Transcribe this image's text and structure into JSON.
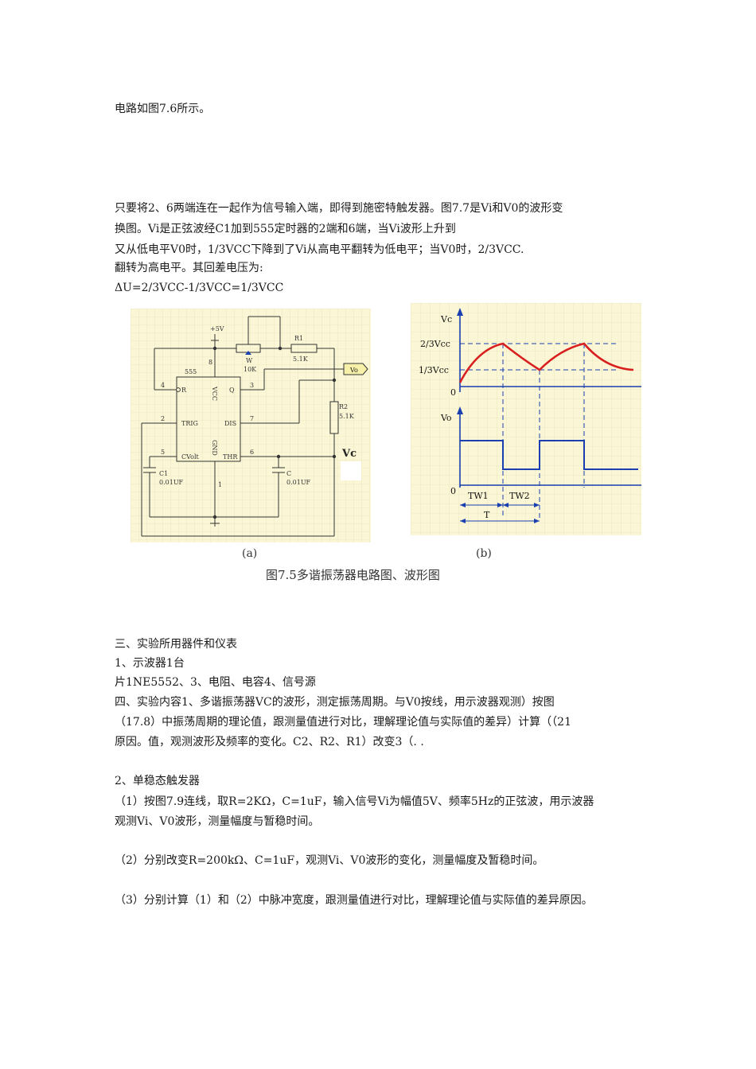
{
  "intro_line": "电路如图7.6所示。",
  "schmitt_paragraph": [
    "只要将2、6两端连在一起作为信号输入端，即得到施密特触发器。图7.7是Vi和V0的波形变",
    "换图。Vi是正弦波经C1加到555定时器的2端和6端，当Vi波形上升到",
    "又从低电平V0时，1/3VCC下降到了Vi从高电平翻转为低电平；当V0时，2/3VCC.",
    "翻转为高电平。其回差电压为:",
    "ΔU=2/3VCC-1/3VCC=1/3VCC"
  ],
  "circuit": {
    "chip": "555",
    "supply": "+5V",
    "pot_label": "W",
    "pot_value": "10K",
    "r1_label": "R1",
    "r1_value": "5.1K",
    "r2_label": "R2",
    "r2_value": "5.1K",
    "c1_label": "C1",
    "c1_value": "0.01UF",
    "c_label": "C",
    "c_value": "0.01UF",
    "output_tag": "Vo",
    "vc_label": "Vc",
    "pins": {
      "r": "R",
      "vcc": "VCC",
      "q": "Q",
      "trig": "TRIG",
      "dis": "DIS",
      "cvolt": "CVolt",
      "gnd": "GND",
      "thr": "THR"
    },
    "pin_numbers": {
      "p4": "4",
      "p8": "8",
      "p3": "3",
      "p2": "2",
      "p7": "7",
      "p5": "5",
      "p6": "6",
      "p1": "1"
    }
  },
  "waveform": {
    "vc_axis": "Vc",
    "level_high": "2/3Vcc",
    "level_low": "1/3Vcc",
    "zero_top": "0",
    "vo_axis": "Vo",
    "zero_bottom": "0",
    "tw1": "TW1",
    "tw2": "TW2",
    "period": "T"
  },
  "sub_caption_a": "(a)",
  "sub_caption_b": "(b)",
  "figure_caption": "图7.5多谐振荡器电路图、波形图",
  "section3_lines": [
    "三、实验所用器件和仪表",
    "1、示波器1台",
    "片1NE5552、3、电阻、电容4、信号源",
    "四、实验内容1、多谐振荡器VC的波形，测定振荡周期。与V0按线，用示波器观测）按图",
    "（17.8）中振荡周期的理论值，跟测量值进行对比，理解理论值与实际值的差异）计算（（21",
    "原因。值，观测波形及频率的变化。C2、R2、R1）改变3（. ."
  ],
  "monostable": {
    "title": "2、单稳态触发器",
    "item1_lines": [
      "（1）按图7.9连线，取R=2KΩ，C=1uF，输入信号Vi为幅值5V、频率5Hz的正弦波，用示波器",
      "观测Vi、V0波形，测量幅度与暂稳时间。"
    ],
    "item2": "（2）分别改变R=200kΩ、C=1uF，观测Vi、V0波形的变化，测量幅度及暂稳时间。",
    "item3": "（3）分别计算（1）和（2）中脉冲宽度，跟测量值进行对比，理解理论值与实际值的差异原因。"
  }
}
